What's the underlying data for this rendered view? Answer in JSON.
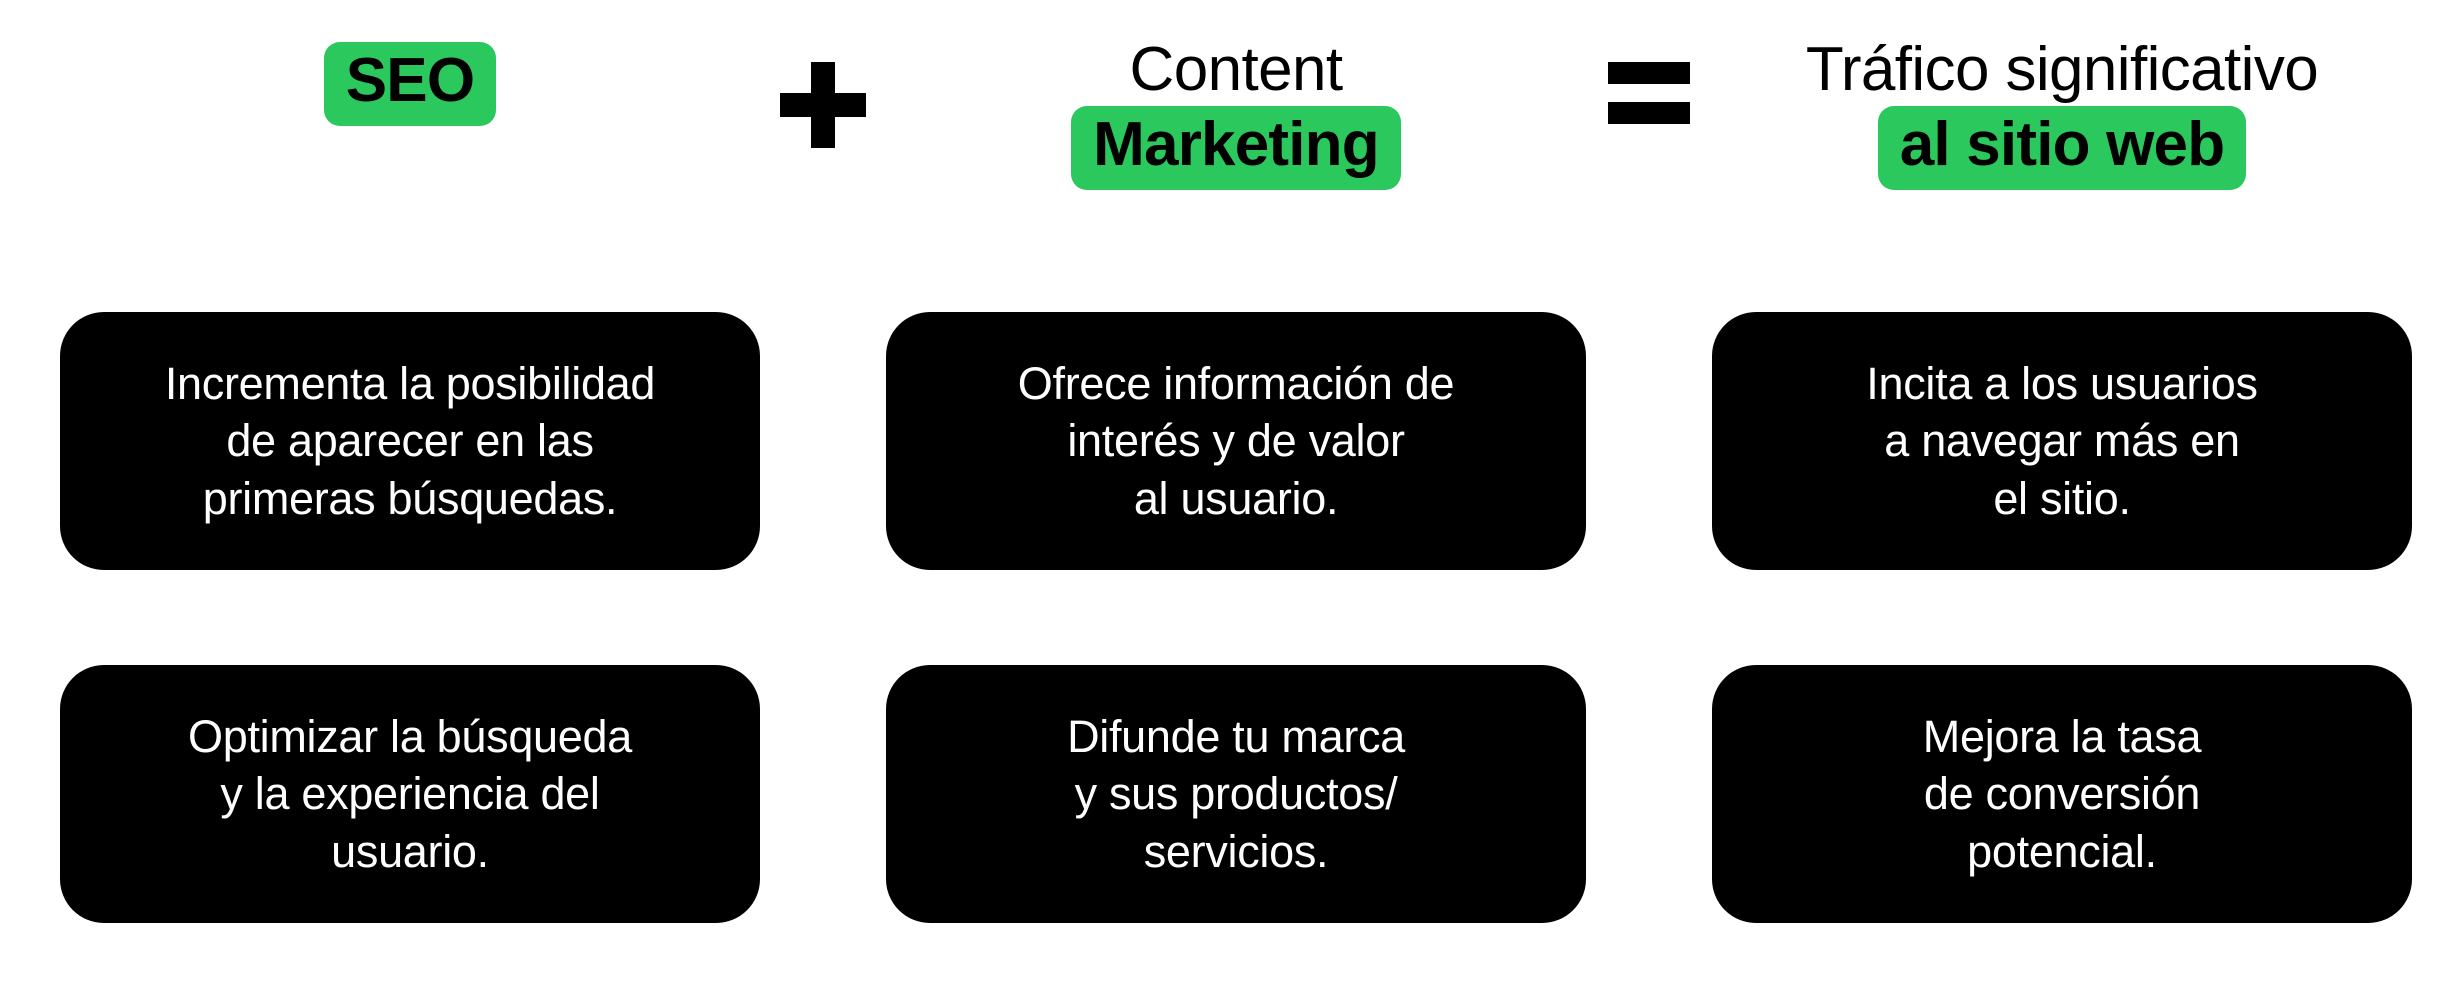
{
  "colors": {
    "background": "#ffffff",
    "accent_green": "#2BC85E",
    "card_background": "#000000",
    "card_text": "#ffffff",
    "operator": "#000000"
  },
  "equation": {
    "terms": [
      {
        "plain": "",
        "highlight": "SEO"
      },
      {
        "plain": "Content",
        "highlight": "Marketing"
      },
      {
        "plain": "Tráfico significativo",
        "highlight": "al sitio web"
      }
    ],
    "operators": [
      {
        "name": "plus-operator",
        "symbol": "+"
      },
      {
        "name": "equals-operator",
        "symbol": "="
      }
    ]
  },
  "cards": {
    "row1": [
      {
        "text": "Incrementa la posibilidad\nde aparecer en las\nprimeras búsquedas."
      },
      {
        "text": "Ofrece información de\ninterés y de valor\nal usuario."
      },
      {
        "text": "Incita a los usuarios\na navegar más en\nel sitio."
      }
    ],
    "row2": [
      {
        "text": "Optimizar la búsqueda\ny la experiencia del\nusuario."
      },
      {
        "text": "Difunde tu marca\ny sus productos/\nservicios."
      },
      {
        "text": "Mejora la tasa\nde conversión\npotencial."
      }
    ]
  }
}
